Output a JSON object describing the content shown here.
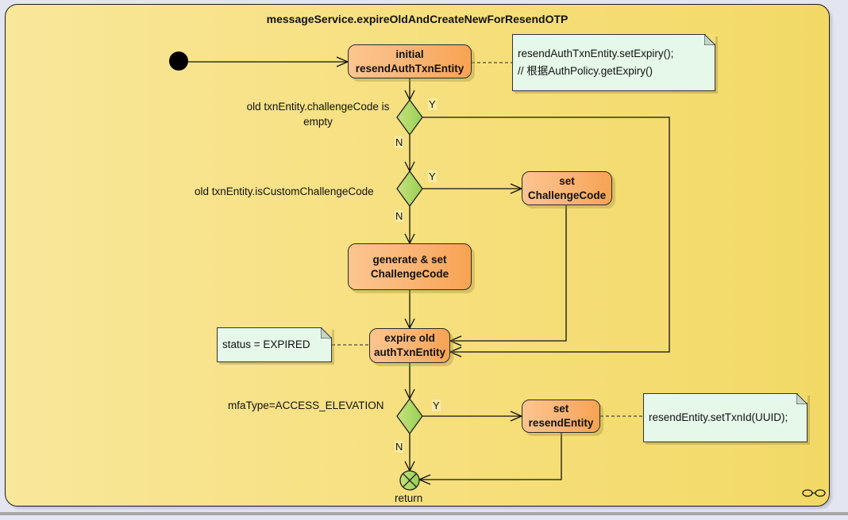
{
  "diagram": {
    "title": "messageService.expireOldAndCreateNewForResendOTP",
    "nodes": {
      "initial_txn": [
        "initial",
        "resendAuthTxnEntity"
      ],
      "set_challenge": [
        "set",
        "ChallengeCode"
      ],
      "generate_challenge": [
        "generate & set",
        "ChallengeCode"
      ],
      "expire_old": [
        "expire old",
        "authTxnEntity"
      ],
      "set_resend": [
        "set",
        "resendEntity"
      ]
    },
    "decisions": {
      "challenge_empty": {
        "label_line1": "old txnEntity.challengeCode is",
        "label_line2": "empty",
        "yes": "Y",
        "no": "N"
      },
      "is_custom": {
        "label": "old txnEntity.isCustomChallengeCode",
        "yes": "Y",
        "no": "N"
      },
      "mfa_type": {
        "label": "mfaType=ACCESS_ELEVATION",
        "yes": "Y",
        "no": "N"
      }
    },
    "notes": {
      "expiry": [
        "resendAuthTxnEntity.setExpiry();",
        "// 根据AuthPolicy.getExpiry()"
      ],
      "status": [
        "status = EXPIRED"
      ],
      "txnid": [
        "resendEntity.setTxnId(UUID);"
      ]
    },
    "final_label": "return"
  }
}
